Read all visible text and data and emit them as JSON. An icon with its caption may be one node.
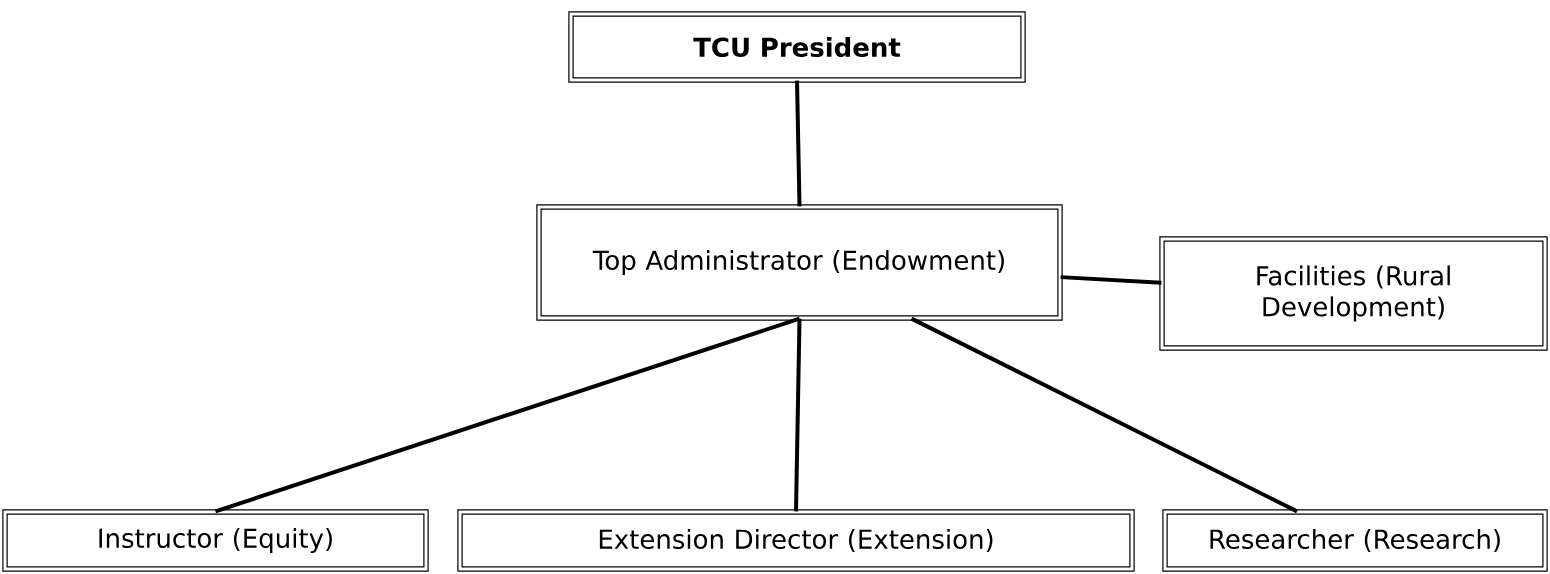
{
  "diagram": {
    "nodes": [
      {
        "text": [
          "TCU President"
        ]
      },
      {
        "text": [
          "Top Administrator (Endowment)"
        ]
      },
      {
        "text": [
          "Facilities (Rural Development)"
        ]
      },
      {
        "text": [
          "Instructor (Equity)"
        ]
      },
      {
        "text": [
          "Extension Director (Extension)"
        ]
      },
      {
        "text": [
          "Researcher (Research)"
        ]
      }
    ],
    "edges": [
      {
        "from": 0,
        "to": 1,
        "arrow": "none"
      },
      {
        "from": 1,
        "to": 2,
        "arrow": "none"
      },
      {
        "from": 1,
        "to": 3,
        "arrow": "none"
      },
      {
        "from": 1,
        "to": 4,
        "arrow": "none"
      },
      {
        "from": 1,
        "to": 5,
        "arrow": "none"
      }
    ]
  }
}
